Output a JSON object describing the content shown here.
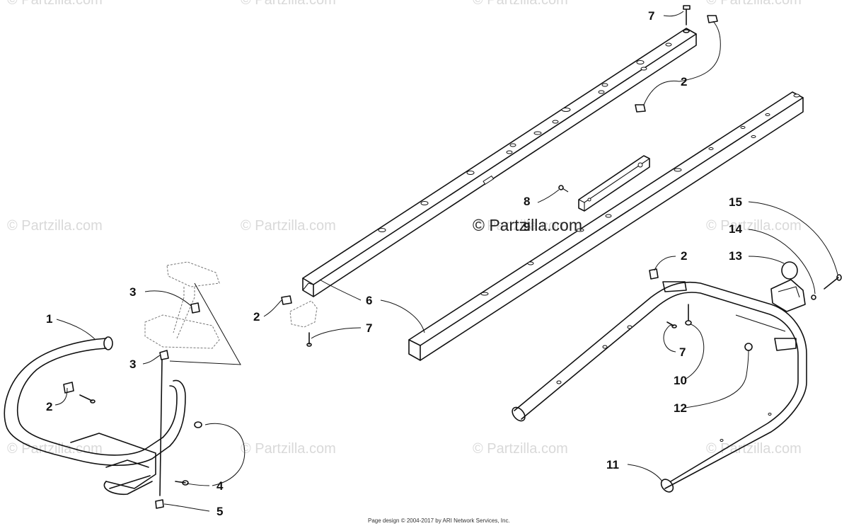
{
  "watermarks": [
    "© Partzilla.com",
    "© Partzilla.com",
    "© Partzilla.com",
    "© Partzilla.com",
    "© Partzilla.com",
    "© Partzilla.com",
    "© Partzilla.com",
    "© Partzilla.com",
    "© Partzilla.com",
    "© Partzilla.com",
    "© Partzilla.com",
    "© Partzilla.com"
  ],
  "center_watermark": "© Partzilla.com",
  "callouts": {
    "front_bumper": "1",
    "bumper_clip": "2",
    "bumper_screw": "2",
    "upper_clip_top": "3",
    "upper_clip_bottom": "3",
    "bracket_screw": "4",
    "lower_nut": "5",
    "rail_clip_left": "2",
    "rail_screw_left": "7",
    "side_rail": "6",
    "top_screw": "7",
    "top_clips": "2",
    "strap_rivet": "8",
    "strap": "9",
    "rear_clip": "2",
    "rear_screw": "7",
    "rear_rivet": "10",
    "rear_bumper": "11",
    "rear_nut": "12",
    "hitch_ring": "13",
    "hitch_washer": "14",
    "hitch_bolt": "15"
  },
  "footer": {
    "copyright": "Page design © 2004-2017 by ARI Network Services, Inc."
  }
}
